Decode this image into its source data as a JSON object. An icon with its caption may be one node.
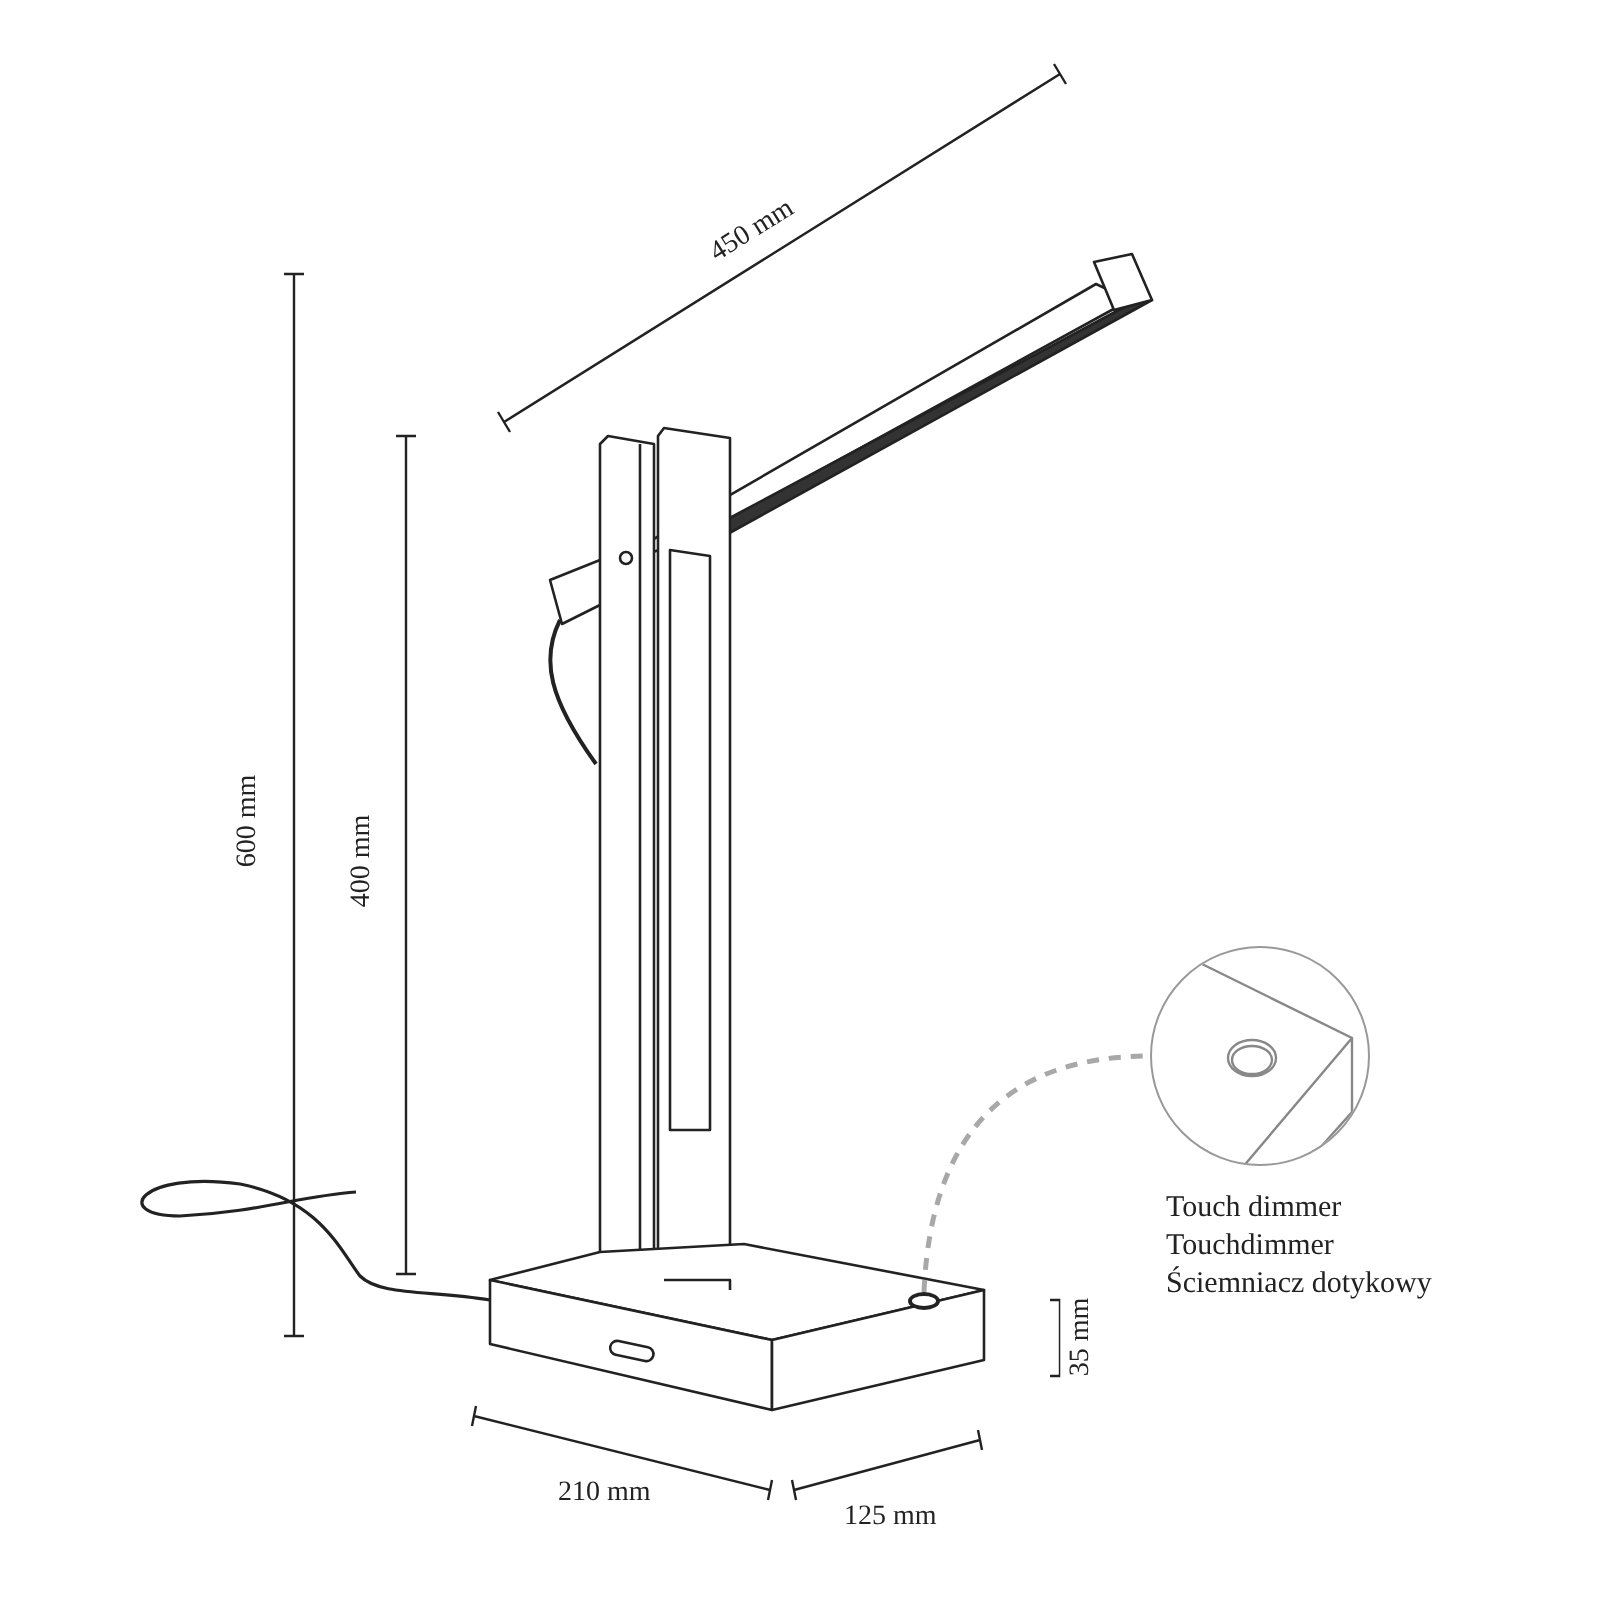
{
  "diagram": {
    "nodes": [
      {
        "text": [],
        "shape": "circle"
      },
      {
        "text": [],
        "shape": "picture",
        "beside": [
          "Touch dimmer",
          "Touchdimmer",
          "Ściemniacz dotykowy"
        ]
      }
    ],
    "edges": [
      {
        "from": 0,
        "to": 1,
        "arrow": "none",
        "style": "dashed",
        "color": "#a8a8a8"
      }
    ],
    "labels": [
      "450 mm",
      "600 mm",
      "400 mm",
      "35 mm",
      "210 mm",
      "125 mm"
    ]
  }
}
